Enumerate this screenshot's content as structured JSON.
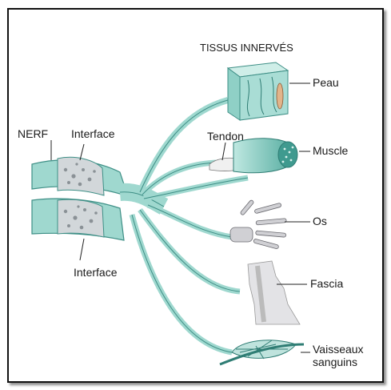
{
  "labels": {
    "title": "TISSUS INNERVÉS",
    "nerf": "NERF",
    "interface_top": "Interface",
    "interface_bottom": "Interface",
    "tendon": "Tendon",
    "peau": "Peau",
    "muscle": "Muscle",
    "os": "Os",
    "fascia": "Fascia",
    "vaisseaux_line1": "Vaisseaux",
    "vaisseaux_line2": "sanguins"
  },
  "colors": {
    "nerve_fill": "#9fd8cf",
    "nerve_stroke": "#3e8f86",
    "nerve_dark": "#2f7d74",
    "bone_gray": "#c8c8cc",
    "leader": "#222222"
  }
}
